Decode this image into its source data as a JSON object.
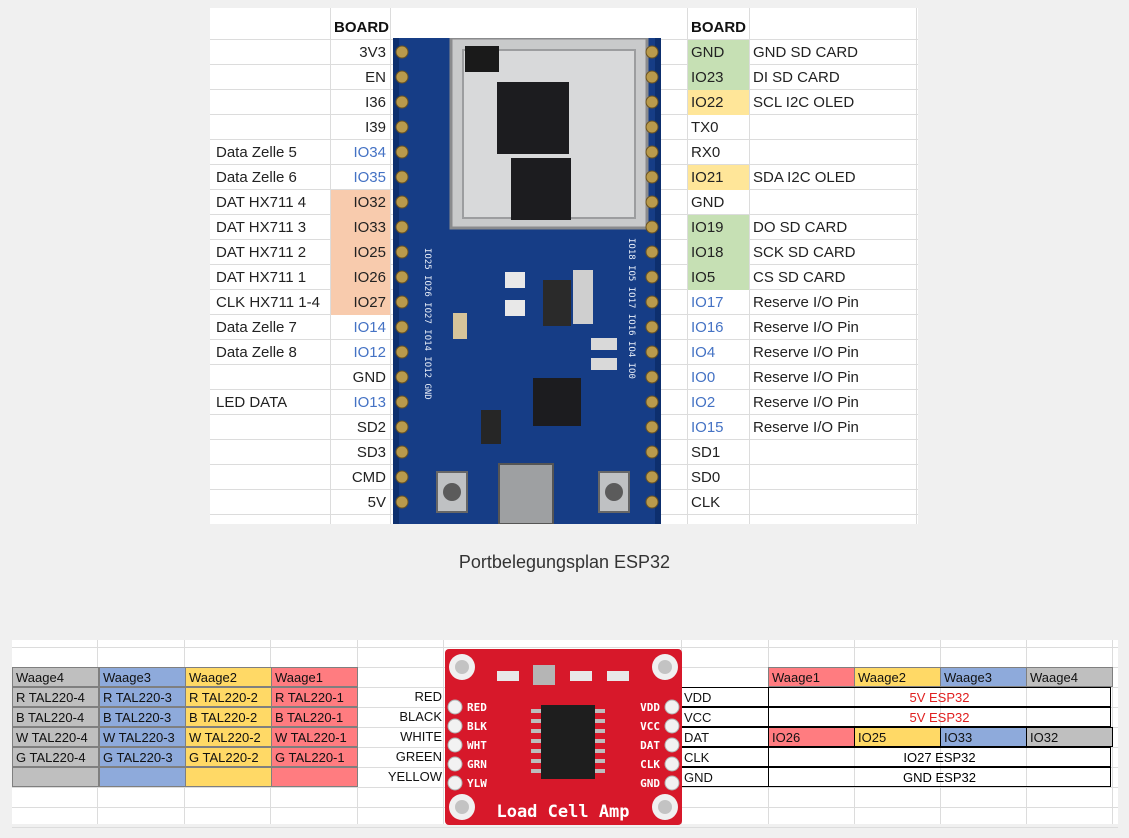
{
  "top_sheet": {
    "board_label_left": "BOARD",
    "board_label_right": "BOARD",
    "left_rows": [
      {
        "desc": "",
        "pin": "3V3",
        "pin_color": "",
        "pin_bg": ""
      },
      {
        "desc": "",
        "pin": "EN",
        "pin_color": "",
        "pin_bg": ""
      },
      {
        "desc": "",
        "pin": "I36",
        "pin_color": "",
        "pin_bg": ""
      },
      {
        "desc": "",
        "pin": "I39",
        "pin_color": "",
        "pin_bg": ""
      },
      {
        "desc": "Data Zelle 5",
        "pin": "IO34",
        "pin_color": "blue",
        "pin_bg": ""
      },
      {
        "desc": "Data Zelle 6",
        "pin": "IO35",
        "pin_color": "blue",
        "pin_bg": ""
      },
      {
        "desc": "DAT HX711 4",
        "pin": "IO32",
        "pin_color": "",
        "pin_bg": "orange"
      },
      {
        "desc": "DAT HX711 3",
        "pin": "IO33",
        "pin_color": "",
        "pin_bg": "orange"
      },
      {
        "desc": "DAT HX711 2",
        "pin": "IO25",
        "pin_color": "",
        "pin_bg": "orange"
      },
      {
        "desc": "DAT HX711 1",
        "pin": "IO26",
        "pin_color": "",
        "pin_bg": "orange"
      },
      {
        "desc": "CLK HX711 1-4",
        "pin": "IO27",
        "pin_color": "",
        "pin_bg": "orange"
      },
      {
        "desc": "Data Zelle 7",
        "pin": "IO14",
        "pin_color": "blue",
        "pin_bg": ""
      },
      {
        "desc": "Data Zelle 8",
        "pin": "IO12",
        "pin_color": "blue",
        "pin_bg": ""
      },
      {
        "desc": "",
        "pin": "GND",
        "pin_color": "",
        "pin_bg": ""
      },
      {
        "desc": "LED DATA",
        "pin": "IO13",
        "pin_color": "blue",
        "pin_bg": ""
      },
      {
        "desc": "",
        "pin": "SD2",
        "pin_color": "",
        "pin_bg": ""
      },
      {
        "desc": "",
        "pin": "SD3",
        "pin_color": "",
        "pin_bg": ""
      },
      {
        "desc": "",
        "pin": "CMD",
        "pin_color": "",
        "pin_bg": ""
      },
      {
        "desc": "",
        "pin": "5V",
        "pin_color": "",
        "pin_bg": ""
      }
    ],
    "right_rows": [
      {
        "pin": "GND",
        "desc": "GND SD CARD",
        "pin_color": "",
        "pin_bg": "green"
      },
      {
        "pin": "IO23",
        "desc": "DI SD CARD",
        "pin_color": "",
        "pin_bg": "green"
      },
      {
        "pin": "IO22",
        "desc": "SCL I2C OLED",
        "pin_color": "",
        "pin_bg": "yellow"
      },
      {
        "pin": "TX0",
        "desc": "",
        "pin_color": "",
        "pin_bg": ""
      },
      {
        "pin": "RX0",
        "desc": "",
        "pin_color": "",
        "pin_bg": ""
      },
      {
        "pin": "IO21",
        "desc": "SDA I2C OLED",
        "pin_color": "",
        "pin_bg": "yellow"
      },
      {
        "pin": "GND",
        "desc": "",
        "pin_color": "",
        "pin_bg": ""
      },
      {
        "pin": "IO19",
        "desc": "DO SD CARD",
        "pin_color": "",
        "pin_bg": "green"
      },
      {
        "pin": "IO18",
        "desc": "SCK SD CARD",
        "pin_color": "",
        "pin_bg": "green"
      },
      {
        "pin": "IO5",
        "desc": "CS SD CARD",
        "pin_color": "",
        "pin_bg": "green"
      },
      {
        "pin": "IO17",
        "desc": "Reserve I/O Pin",
        "pin_color": "blue",
        "pin_bg": ""
      },
      {
        "pin": "IO16",
        "desc": "Reserve I/O Pin",
        "pin_color": "blue",
        "pin_bg": ""
      },
      {
        "pin": "IO4",
        "desc": "Reserve I/O Pin",
        "pin_color": "blue",
        "pin_bg": ""
      },
      {
        "pin": "IO0",
        "desc": "Reserve I/O Pin",
        "pin_color": "blue",
        "pin_bg": ""
      },
      {
        "pin": "IO2",
        "desc": "Reserve I/O Pin",
        "pin_color": "blue",
        "pin_bg": ""
      },
      {
        "pin": "IO15",
        "desc": "Reserve I/O Pin",
        "pin_color": "blue",
        "pin_bg": ""
      },
      {
        "pin": "SD1",
        "desc": "",
        "pin_color": "",
        "pin_bg": ""
      },
      {
        "pin": "SD0",
        "desc": "",
        "pin_color": "",
        "pin_bg": ""
      },
      {
        "pin": "CLK",
        "desc": "",
        "pin_color": "",
        "pin_bg": ""
      }
    ]
  },
  "caption": "Portbelegungsplan ESP32",
  "bottom_sheet": {
    "waage_header_left": [
      "Waage4",
      "Waage3",
      "Waage2",
      "Waage1"
    ],
    "waage_rows_left": [
      [
        "R TAL220-4",
        "R TAL220-3",
        "R TAL220-2",
        "R TAL220-1"
      ],
      [
        "B TAL220-4",
        "B TAL220-3",
        "B TAL220-2",
        "B TAL220-1"
      ],
      [
        "W TAL220-4",
        "W TAL220-3",
        "W TAL220-2",
        "W TAL220-1"
      ],
      [
        "G TAL220-4",
        "G TAL220-3",
        "G TAL220-2",
        "G TAL220-1"
      ],
      [
        "",
        "",
        "",
        ""
      ]
    ],
    "signals": [
      "RED",
      "BLACK",
      "WHITE",
      "GREEN",
      "YELLOW"
    ],
    "amp_pins": [
      "VDD",
      "VCC",
      "DAT",
      "CLK",
      "GND"
    ],
    "waage_header_right": [
      "Waage1",
      "Waage2",
      "Waage3",
      "Waage4"
    ],
    "vdd_value": "5V ESP32",
    "vcc_value": "5V ESP32",
    "dat_values": [
      "IO26",
      "IO25",
      "IO33",
      "IO32"
    ],
    "clk_value": "IO27 ESP32",
    "gnd_value": "GND ESP32",
    "load_cell_board": {
      "left_pins": [
        "RED",
        "BLK",
        "WHT",
        "GRN",
        "YLW"
      ],
      "right_pins": [
        "VDD",
        "VCC",
        "DAT",
        "CLK",
        "GND"
      ],
      "title": "Load Cell Amp"
    }
  },
  "colors": {
    "blue_text": "#4472c4",
    "orange_fill": "#f8cbad",
    "green_fill": "#c6e0b4",
    "yellow_fill": "#ffe699",
    "waage1_red": "#ff7c80",
    "waage2_yellow": "#ffd966",
    "waage3_blue": "#8eaadb",
    "waage4_gray": "#bfbfbf",
    "esp_board_blue": "#0d2f6e",
    "hx711_red": "#d7182a",
    "esp32_red_text": "#e02020"
  }
}
